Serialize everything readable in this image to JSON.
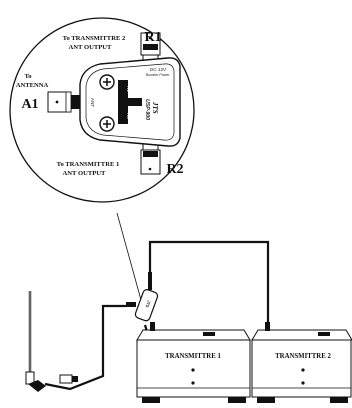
{
  "callout": {
    "label_r1_line1": "To TRANSMITTRE 2",
    "label_r1_line2": "ANT OUTPUT",
    "label_antenna_line1": "To",
    "label_antenna_line2": "ANTENNA",
    "label_r2_line1": "To TRANSMITTRE 1",
    "label_r2_line2": "ANT OUTPUT",
    "port_r1": "R1",
    "port_a1": "A1",
    "port_r2": "R2"
  },
  "splitter": {
    "dc_text": "DC 12V",
    "bias_text": "Booster Power",
    "brand": "JTS",
    "model": "USP-900",
    "ant_text": "ANT",
    "r1_text": "R1",
    "r2_text": "R2"
  },
  "transmitters": [
    {
      "label": "TRANSMITTRE 1"
    },
    {
      "label": "TRANSMITTRE 2"
    }
  ],
  "colors": {
    "line": "#111111",
    "device_fill": "#f2f2f2",
    "callout_fill": "#ffffff"
  }
}
